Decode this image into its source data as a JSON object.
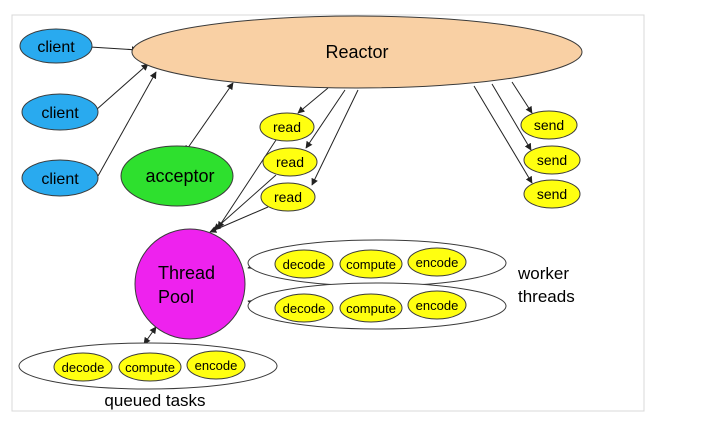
{
  "colors": {
    "client": "#29aaef",
    "reactor": "#f9d0a4",
    "acceptor": "#2ee02e",
    "thread_pool": "#ee22ee",
    "task": "#ffff10",
    "group": "#ffffff",
    "stroke": "#3a3a3a"
  },
  "nodes": {
    "reactor": "Reactor",
    "clients": [
      "client",
      "client",
      "client"
    ],
    "acceptor": "acceptor",
    "reads": [
      "read",
      "read",
      "read"
    ],
    "sends": [
      "send",
      "send",
      "send"
    ],
    "thread_pool": [
      "Thread",
      "Pool"
    ]
  },
  "worker_rows": [
    [
      "decode",
      "compute",
      "encode"
    ],
    [
      "decode",
      "compute",
      "encode"
    ]
  ],
  "queued_row": [
    "decode",
    "compute",
    "encode"
  ],
  "labels": {
    "worker_threads": [
      "worker",
      "threads"
    ],
    "queued_tasks": "queued tasks"
  }
}
